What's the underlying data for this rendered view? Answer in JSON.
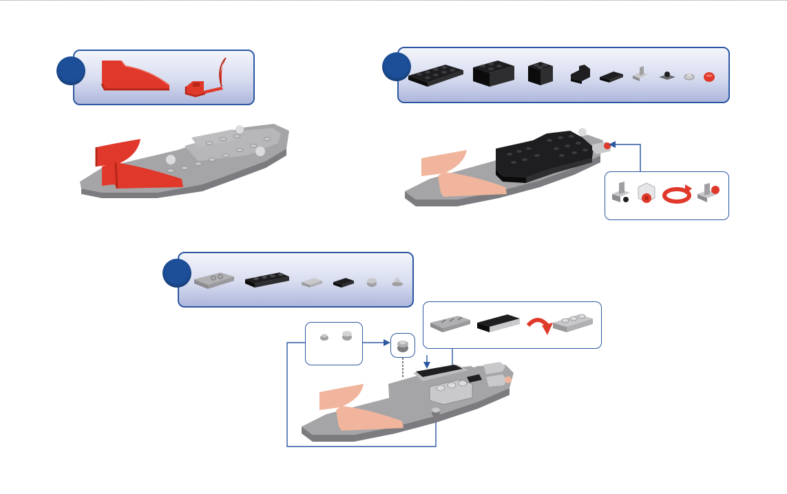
{
  "page": {
    "background": "#ffffff",
    "accent_blue": "#1d4f99",
    "panel_border": "#2a57a0"
  },
  "steps": [
    {
      "id": "step-1",
      "number": "",
      "parts": [
        "red-curved-wing-left-icon",
        "red-curved-wing-right-icon"
      ]
    },
    {
      "id": "step-2",
      "number": "",
      "parts": [
        "black-plate-2x6-icon",
        "black-brick-2x4-icon",
        "black-brick-2x2-icon",
        "black-slope-1x2-icon",
        "black-plate-1x2-icon",
        "grey-bracket-icon",
        "dark-clip-icon",
        "grey-round-plate-icon",
        "red-round-cap-icon"
      ],
      "callout_parts": [
        "grey-bracket-icon",
        "red-pin-connector-icon",
        "red-rotate-arrow-icon",
        "assembled-bracket-icon"
      ]
    },
    {
      "id": "step-3",
      "number": "",
      "parts": [
        "grey-tile-2x4-icon",
        "black-plate-1x6-icon",
        "grey-plate-1x2-icon",
        "black-plate-1x2-icon",
        "grey-round-brick-icon",
        "grey-cone-icon"
      ],
      "callout_left_parts": [
        "grey-round-plate-icon",
        "grey-round-brick-icon"
      ],
      "callout_right_parts": [
        "grey-tile-sub-icon",
        "black-plate-sub-icon",
        "red-flip-arrow-icon",
        "grey-plate-with-studs-icon"
      ]
    }
  ],
  "colors": {
    "red_part": "#e0392b",
    "red_dark": "#b62718",
    "faded_red": "#f0b59c",
    "grey_body": "#a5a5a8",
    "grey_dark": "#7c7c80",
    "black_part": "#1e1e20",
    "light_grey": "#d4d4d6"
  }
}
